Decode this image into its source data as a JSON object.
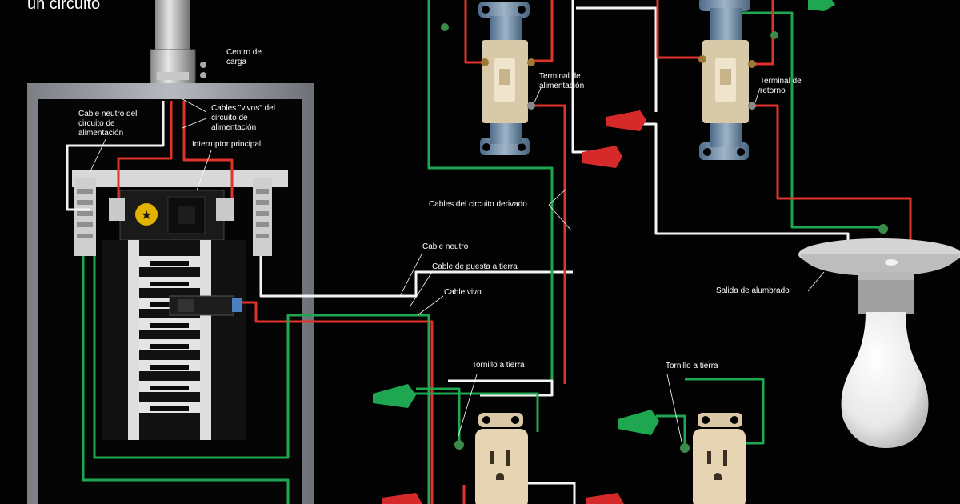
{
  "title": "un circuito",
  "labels": {
    "centro_de_carga": "Centro de carga",
    "cable_neutro_alimentacion": "Cable neutro del circuito de alimentación",
    "cables_vivos_alimentacion": "Cables \"vivos\" del circuito de alimentación",
    "interruptor_principal": "Interruptor principal",
    "terminal_alimentacion": "Terminal de alimentación",
    "terminal_retorno": "Terminal de retorno",
    "cables_circuito_derivado": "Cables del circuito derivado",
    "cable_neutro": "Cable neutro",
    "cable_puesta_tierra": "Cable de puesta a tierra",
    "cable_vivo": "Cable vivo",
    "salida_alumbrado": "Salida de alumbrado",
    "tornillo_tierra_1": "Tornillo a tierra",
    "tornillo_tierra_2": "Tornillo a tierra"
  },
  "wire_colors": {
    "hot": "#e0342a",
    "neutral": "#f4f4f4",
    "ground": "#1fa650"
  },
  "icons": [
    "load-center",
    "main-breaker",
    "three-way-switch",
    "wire-nut",
    "duplex-receptacle",
    "light-bulb",
    "ground-screw"
  ]
}
